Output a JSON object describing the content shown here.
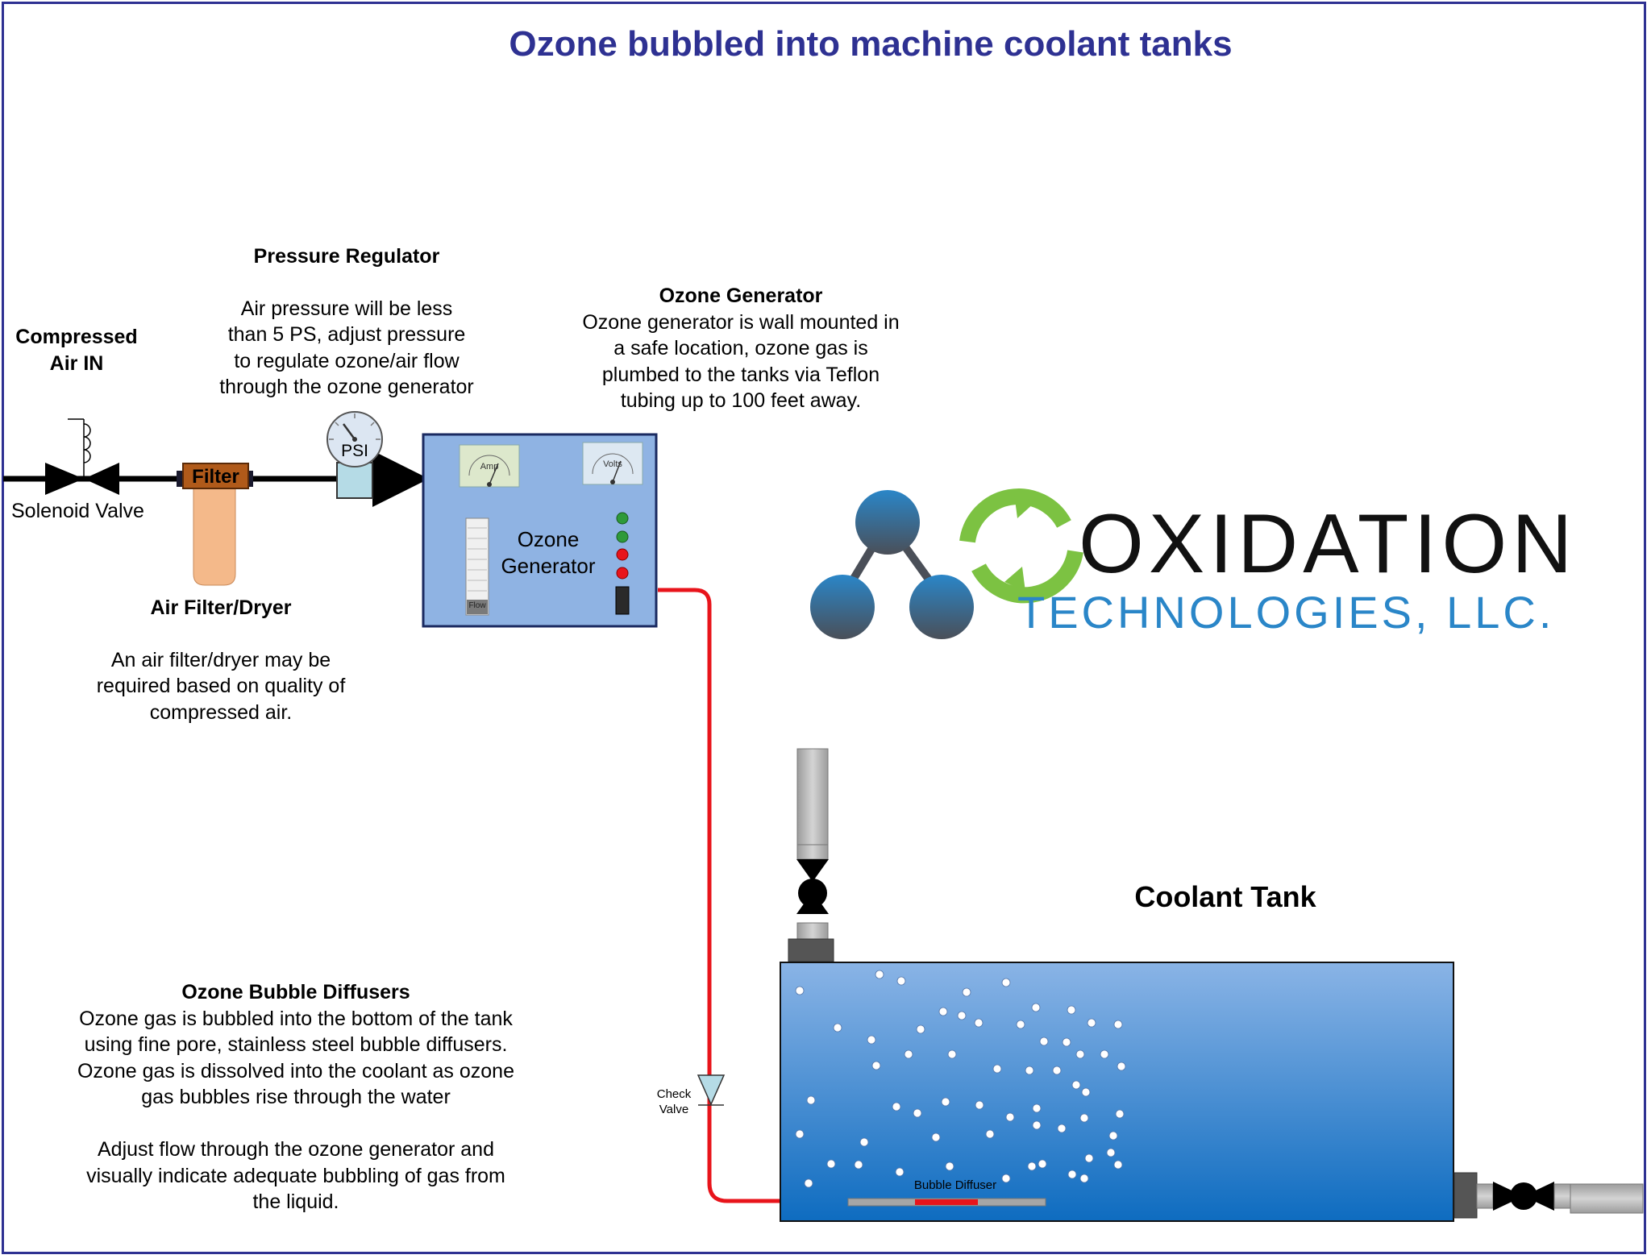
{
  "title": "Ozone bubbled into machine coolant tanks",
  "labels": {
    "compressed_air": "Compressed\nAir IN",
    "solenoid_valve": "Solenoid Valve",
    "filter_tag": "Filter",
    "psi_tag": "PSI",
    "generator_panel": "Ozone\nGenerator",
    "amp_meter": "Amp",
    "volts_meter": "Volts",
    "flow_meter": "Flow",
    "check_valve": "Check\nValve",
    "bubble_diffuser": "Bubble Diffuser",
    "coolant_tank": "Coolant Tank"
  },
  "notes": {
    "pressure_regulator": {
      "heading": "Pressure Regulator",
      "body": "Air pressure will be less\nthan 5 PS, adjust pressure\nto regulate ozone/air flow\nthrough the ozone generator"
    },
    "ozone_generator": {
      "heading": "Ozone Generator",
      "body": "Ozone generator is wall mounted in\na safe location, ozone gas is\nplumbed to the tanks via Teflon\ntubing up to 100 feet away."
    },
    "air_filter": {
      "heading": "Air Filter/Dryer",
      "body": "An air filter/dryer may be\nrequired based on quality of\ncompressed air."
    },
    "bubble_diffusers": {
      "heading": "Ozone Bubble Diffusers",
      "body": "Ozone gas is bubbled into the bottom of the tank\nusing fine pore, stainless steel bubble diffusers.\nOzone gas is dissolved into the coolant as ozone\ngas bubbles rise through the water\n\nAdjust flow through the ozone generator and\nvisually indicate adequate bubbling of gas from\nthe liquid."
    }
  },
  "logo": {
    "name": "OXIDATION",
    "tagline": "TECHNOLOGIES, LLC."
  },
  "colors": {
    "title": "#2e3192",
    "ozone_line": "#e8141b",
    "tank_top": "#8ab4e6",
    "tank_bottom": "#0e6cc0",
    "generator": "#8fb3e3",
    "filter": "#b05a1a",
    "filter_bowl": "#f4b98a",
    "logo_blue": "#2a86c8",
    "logo_green": "#7cc242"
  },
  "indicator_lights": [
    "green",
    "green",
    "red",
    "red"
  ]
}
